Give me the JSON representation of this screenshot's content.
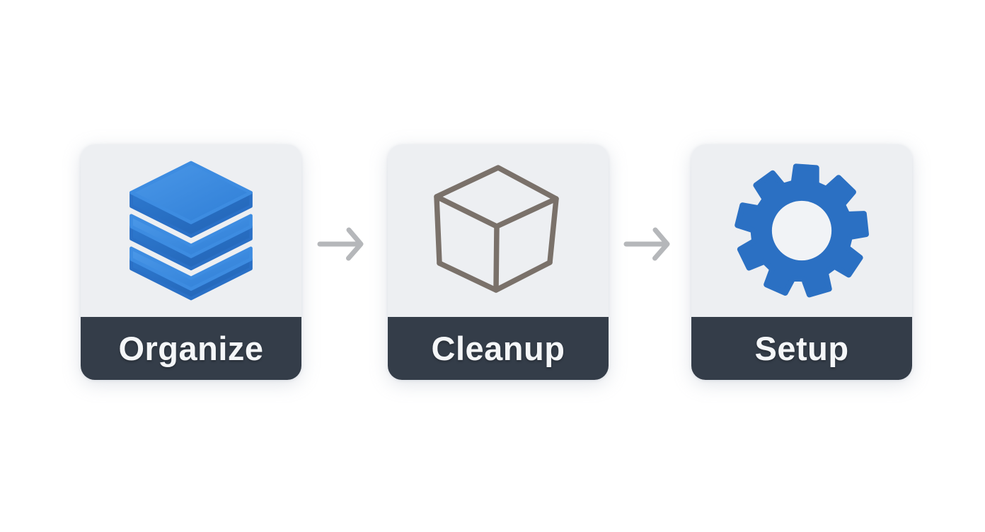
{
  "diagram": {
    "type": "process-flow",
    "direction": "left-to-right",
    "steps": [
      {
        "label": "Organize",
        "icon": "layers-icon"
      },
      {
        "label": "Cleanup",
        "icon": "cube-icon"
      },
      {
        "label": "Setup",
        "icon": "gear-icon"
      }
    ],
    "connectors": [
      {
        "name": "arrow-right-1",
        "from": "Organize",
        "to": "Cleanup"
      },
      {
        "name": "arrow-right-2",
        "from": "Cleanup",
        "to": "Setup"
      }
    ]
  },
  "colors": {
    "background": "#ffffff",
    "card_body": "#edeff2",
    "label_bar": "#343d49",
    "label_text": "#f4f6f8",
    "layers_top": "#3d8ce1",
    "layers_side": "#2a70c6",
    "cube_stroke": "#7a716a",
    "gear_fill": "#2b70c3",
    "gear_hole": "#f1f3f6",
    "arrow": "#b5b7ba"
  }
}
